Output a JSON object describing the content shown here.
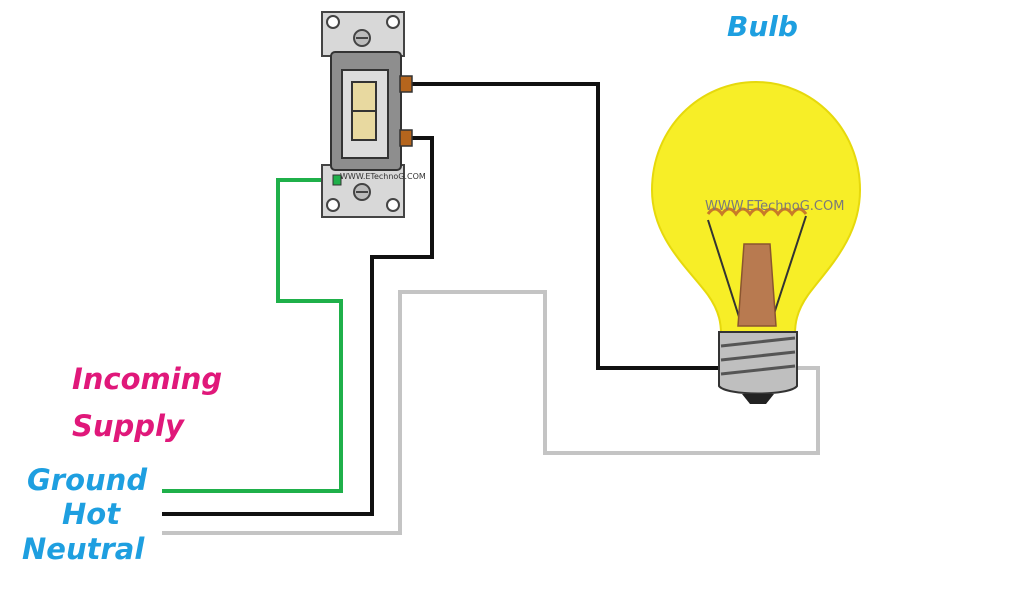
{
  "labels": {
    "bulb": "Bulb",
    "incoming": "Incoming",
    "supply": "Supply",
    "ground": "Ground",
    "hot": "Hot",
    "neutral": "Neutral"
  },
  "watermarks": {
    "bulb": "WWW.ETechnoG.COM",
    "switch": "WWW.ETechnoG.COM"
  },
  "colors": {
    "ground_wire": "#1fb04a",
    "hot_wire": "#111111",
    "neutral_wire": "#c4c4c4",
    "bulb_glass": "#f7ee27",
    "label_blue": "#1e9fe0",
    "label_pink": "#e0187a"
  }
}
